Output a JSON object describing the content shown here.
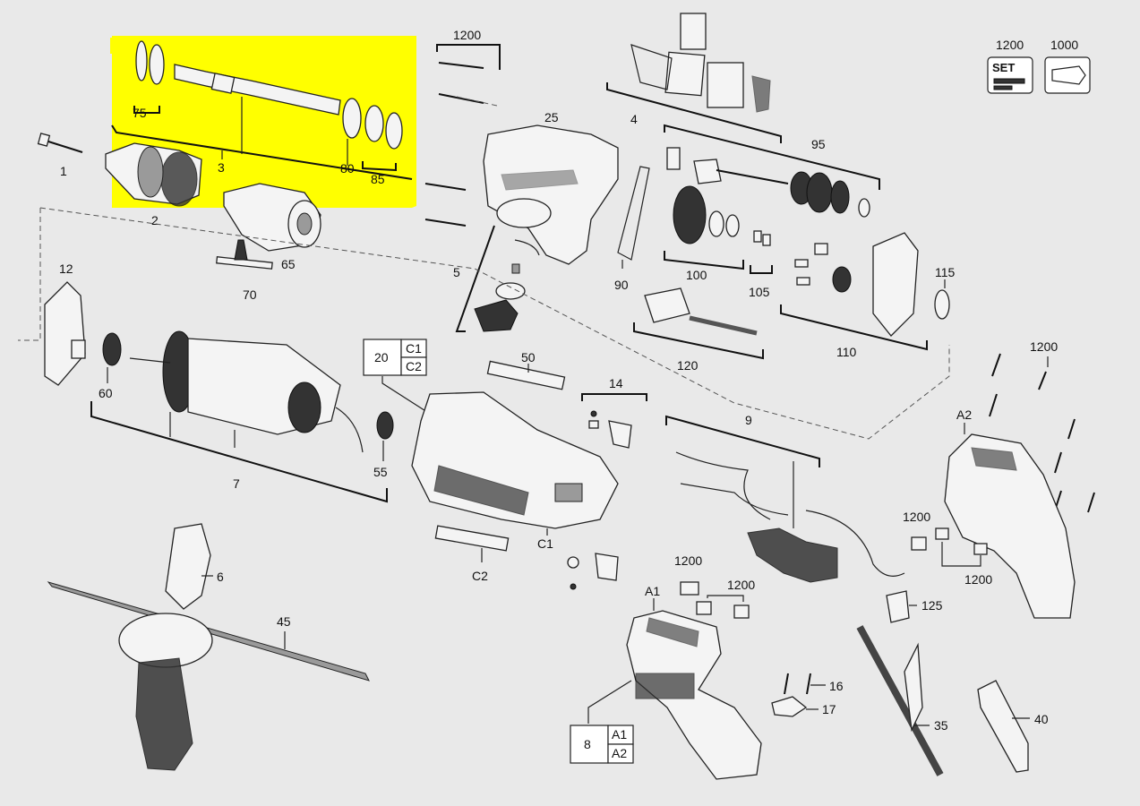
{
  "parts": {
    "p1": "1",
    "p2": "2",
    "p3": "3",
    "p4": "4",
    "p5": "5",
    "p6": "6",
    "p7": "7",
    "p8": "8",
    "p9": "9",
    "p12": "12",
    "p14": "14",
    "p16": "16",
    "p17": "17",
    "p20": "20",
    "p25": "25",
    "p35": "35",
    "p40": "40",
    "p45": "45",
    "p50": "50",
    "p55": "55",
    "p60": "60",
    "p65": "65",
    "p70": "70",
    "p75": "75",
    "p80": "80",
    "p85": "85",
    "p90": "90",
    "p95": "95",
    "p100": "100",
    "p105": "105",
    "p110": "110",
    "p115": "115",
    "p120": "120",
    "p125": "125",
    "p1000": "1000",
    "p1200_top": "1200",
    "p1200_set": "1200",
    "p1200_right": "1200",
    "p1200_a2a": "1200",
    "p1200_a2b": "1200",
    "p1200_a1a": "1200",
    "p1200_a1b": "1200",
    "pA1": "A1",
    "pA2": "A2",
    "pC1": "C1",
    "pC2": "C2"
  },
  "tables": {
    "t20": {
      "main": "20",
      "top": "C1",
      "bottom": "C2"
    },
    "t8": {
      "main": "8",
      "top": "A1",
      "bottom": "A2"
    }
  },
  "set_badge": "SET",
  "colors": {
    "highlight": "#ffff00",
    "background": "#e9e9e9",
    "line": "#222222"
  }
}
